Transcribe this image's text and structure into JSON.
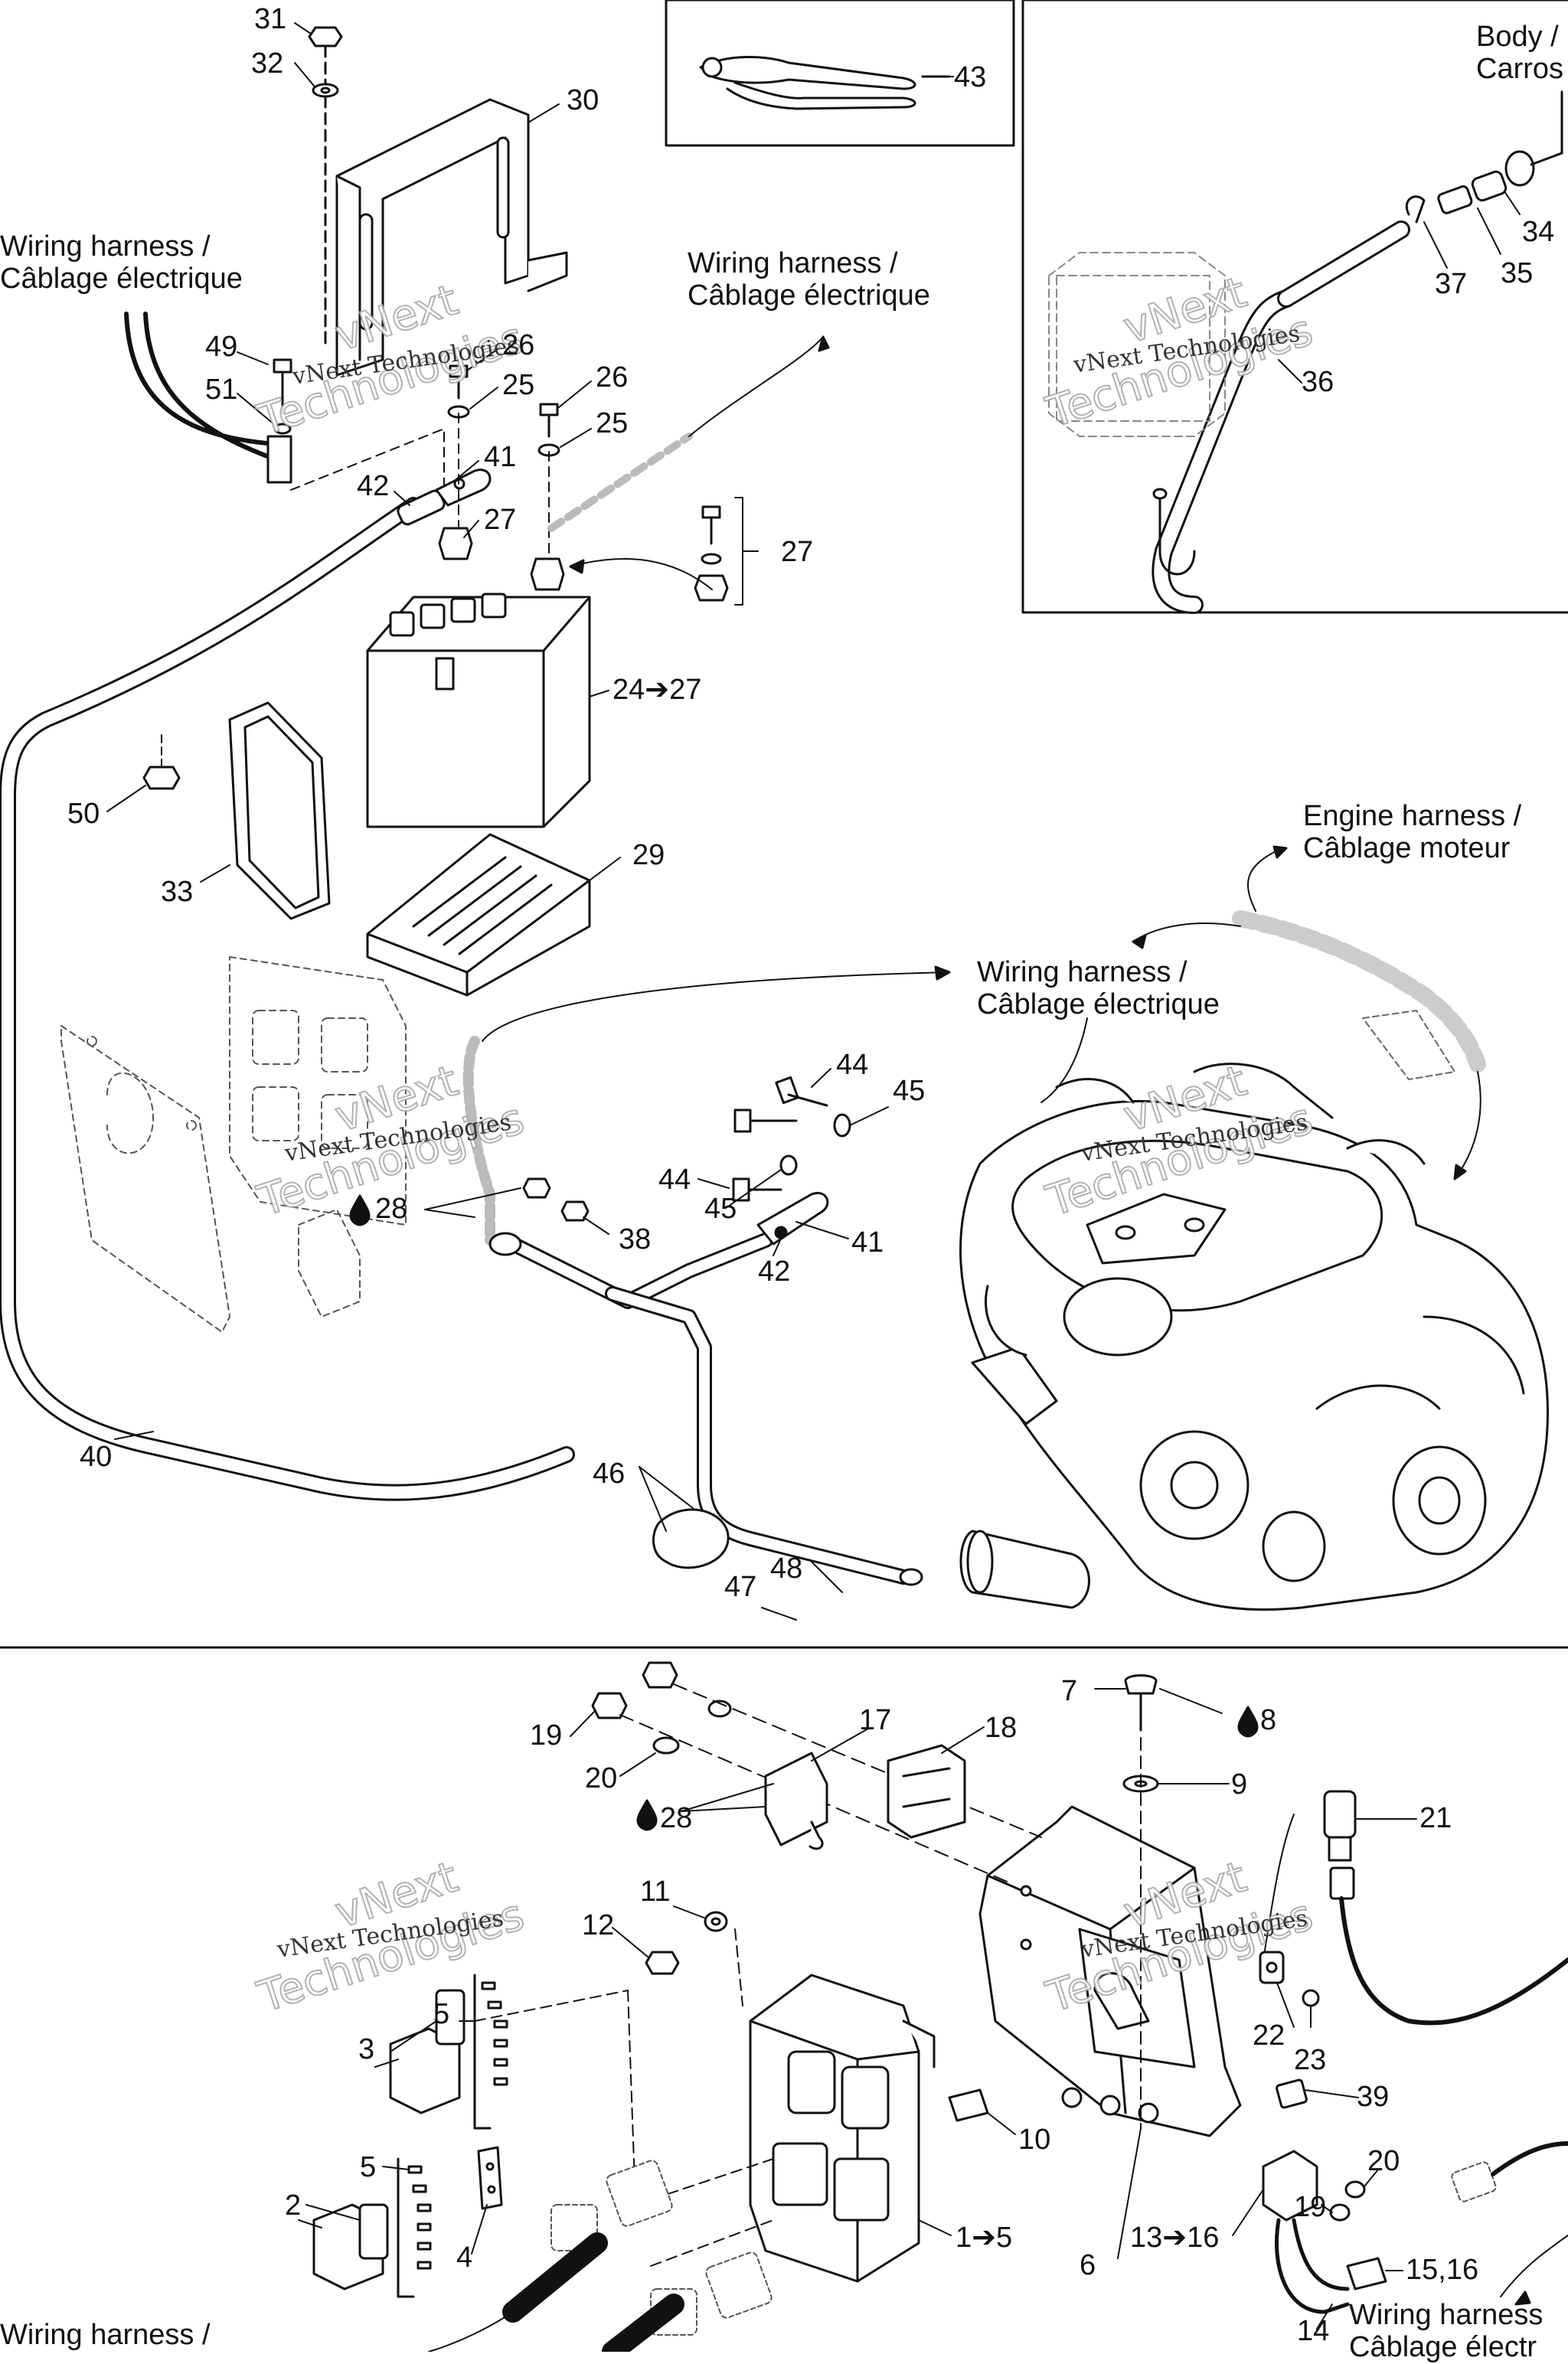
{
  "watermark": {
    "line1": "vNext",
    "line2": "Technologies",
    "small": "vNext Technologies"
  },
  "notes": {
    "body_carrosserie": "Body /\nCarros",
    "wiring_harness_top_left": "Wiring harness /\nCâblage électrique",
    "wiring_harness_top_center": "Wiring harness /\nCâblage électrique",
    "engine_harness": "Engine harness /\nCâblage moteur",
    "wiring_harness_middle": "Wiring harness /\nCâblage électrique",
    "wiring_harness_bottom_left": "Wiring harness /",
    "wiring_harness_bottom_right": "Wiring harness\nCâblage électr"
  },
  "part_labels": [
    {
      "id": "p31",
      "text": "31"
    },
    {
      "id": "p32",
      "text": "32"
    },
    {
      "id": "p30",
      "text": "30"
    },
    {
      "id": "p43",
      "text": "43"
    },
    {
      "id": "p34",
      "text": "34"
    },
    {
      "id": "p35",
      "text": "35"
    },
    {
      "id": "p37",
      "text": "37"
    },
    {
      "id": "p36",
      "text": "36"
    },
    {
      "id": "p49",
      "text": "49"
    },
    {
      "id": "p51",
      "text": "51"
    },
    {
      "id": "p26a",
      "text": "26"
    },
    {
      "id": "p25a",
      "text": "25"
    },
    {
      "id": "p26b",
      "text": "26"
    },
    {
      "id": "p25b",
      "text": "25"
    },
    {
      "id": "p41a",
      "text": "41"
    },
    {
      "id": "p42a",
      "text": "42"
    },
    {
      "id": "p27a",
      "text": "27"
    },
    {
      "id": "p27b",
      "text": "27"
    },
    {
      "id": "p24",
      "text": "24➔27"
    },
    {
      "id": "p50",
      "text": "50"
    },
    {
      "id": "p33",
      "text": "33"
    },
    {
      "id": "p29",
      "text": "29"
    },
    {
      "id": "p44a",
      "text": "44"
    },
    {
      "id": "p45a",
      "text": "45"
    },
    {
      "id": "p44b",
      "text": "44"
    },
    {
      "id": "p45b",
      "text": "45"
    },
    {
      "id": "p28a",
      "text": "28"
    },
    {
      "id": "p38",
      "text": "38"
    },
    {
      "id": "p41b",
      "text": "41"
    },
    {
      "id": "p42b",
      "text": "42"
    },
    {
      "id": "p40",
      "text": "40"
    },
    {
      "id": "p46",
      "text": "46"
    },
    {
      "id": "p48",
      "text": "48"
    },
    {
      "id": "p47",
      "text": "47"
    },
    {
      "id": "p7",
      "text": "7"
    },
    {
      "id": "p8",
      "text": "8"
    },
    {
      "id": "p9",
      "text": "9"
    },
    {
      "id": "p19a",
      "text": "19"
    },
    {
      "id": "p20a",
      "text": "20"
    },
    {
      "id": "p17",
      "text": "17"
    },
    {
      "id": "p18",
      "text": "18"
    },
    {
      "id": "p28b",
      "text": "28"
    },
    {
      "id": "p21",
      "text": "21"
    },
    {
      "id": "p11",
      "text": "11"
    },
    {
      "id": "p12",
      "text": "12"
    },
    {
      "id": "p5a",
      "text": "5"
    },
    {
      "id": "p3",
      "text": "3"
    },
    {
      "id": "p5b",
      "text": "5"
    },
    {
      "id": "p2",
      "text": "2"
    },
    {
      "id": "p4",
      "text": "4"
    },
    {
      "id": "p1",
      "text": "1➔5"
    },
    {
      "id": "p10",
      "text": "10"
    },
    {
      "id": "p6",
      "text": "6"
    },
    {
      "id": "p22",
      "text": "22"
    },
    {
      "id": "p23",
      "text": "23"
    },
    {
      "id": "p39",
      "text": "39"
    },
    {
      "id": "p20b",
      "text": "20"
    },
    {
      "id": "p19b",
      "text": "19"
    },
    {
      "id": "p13",
      "text": "13➔16"
    },
    {
      "id": "p15",
      "text": "15,16"
    },
    {
      "id": "p14",
      "text": "14"
    }
  ]
}
